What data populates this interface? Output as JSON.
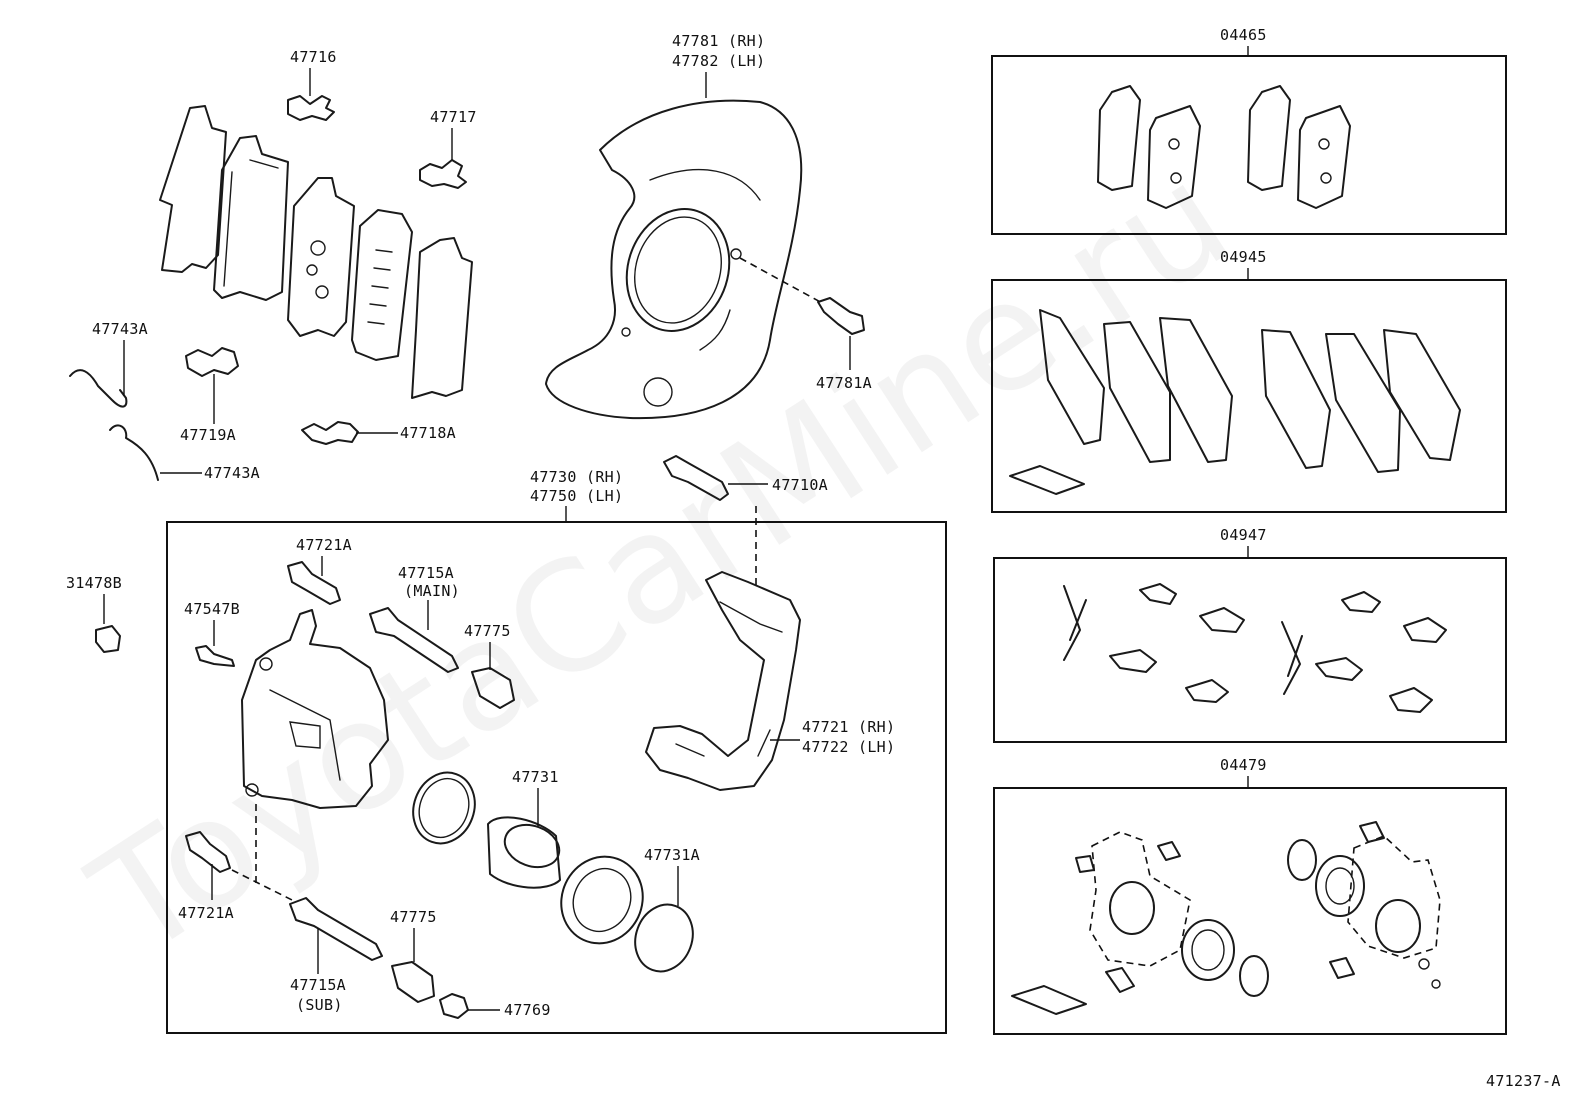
{
  "diagram": {
    "watermark": "ToyotaCarMine.ru",
    "figure_code": "471237-A",
    "labels": {
      "p47716": "47716",
      "p47717": "47717",
      "p47743a_top": "47743A",
      "p47743a_bottom": "47743A",
      "p47719a": "47719A",
      "p47718a": "47718A",
      "p47781_rh": "47781 (RH)",
      "p47782_lh": "47782 (LH)",
      "p47781a": "47781A",
      "p47730_rh": "47730 (RH)",
      "p47750_lh": "47750 (LH)",
      "p47710a": "47710A",
      "p31478b": "31478B",
      "p47721a_top": "47721A",
      "p47547b": "47547B",
      "p47715a_main": "47715A",
      "p47715a_main_note": "(MAIN)",
      "p47775_top": "47775",
      "p47721_rh": "47721 (RH)",
      "p47722_lh": "47722 (LH)",
      "p47731": "47731",
      "p47731a": "47731A",
      "p47721a_bottom": "47721A",
      "p47775_bottom": "47775",
      "p47715a_sub": "47715A",
      "p47715a_sub_note": "(SUB)",
      "p47769": "47769",
      "kit04465": "04465",
      "kit04945": "04945",
      "kit04947": "04947",
      "kit04479": "04479"
    }
  }
}
